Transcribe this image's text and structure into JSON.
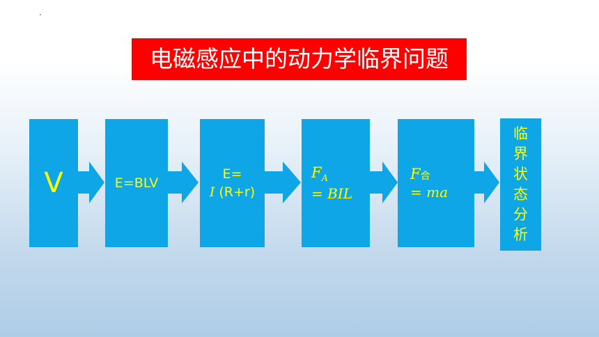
{
  "title": "电磁感应中的动力学临界问题",
  "colors": {
    "title_bg": "#ff0000",
    "box": "#0fa6e8",
    "text": "#ffff00"
  },
  "flow": {
    "b1": {
      "label": "V"
    },
    "b2": {
      "label": "E=BLV"
    },
    "b3": {
      "line1": "E=",
      "i": "I",
      "rest": " (R+r)"
    },
    "b4": {
      "F": "F",
      "sub": "A",
      "line2": "= BIL"
    },
    "b5": {
      "F": "F",
      "sub": "合",
      "line2": "= ma"
    },
    "b6": {
      "chars": [
        "临",
        "界",
        "状",
        "态",
        "分",
        "析"
      ]
    }
  }
}
